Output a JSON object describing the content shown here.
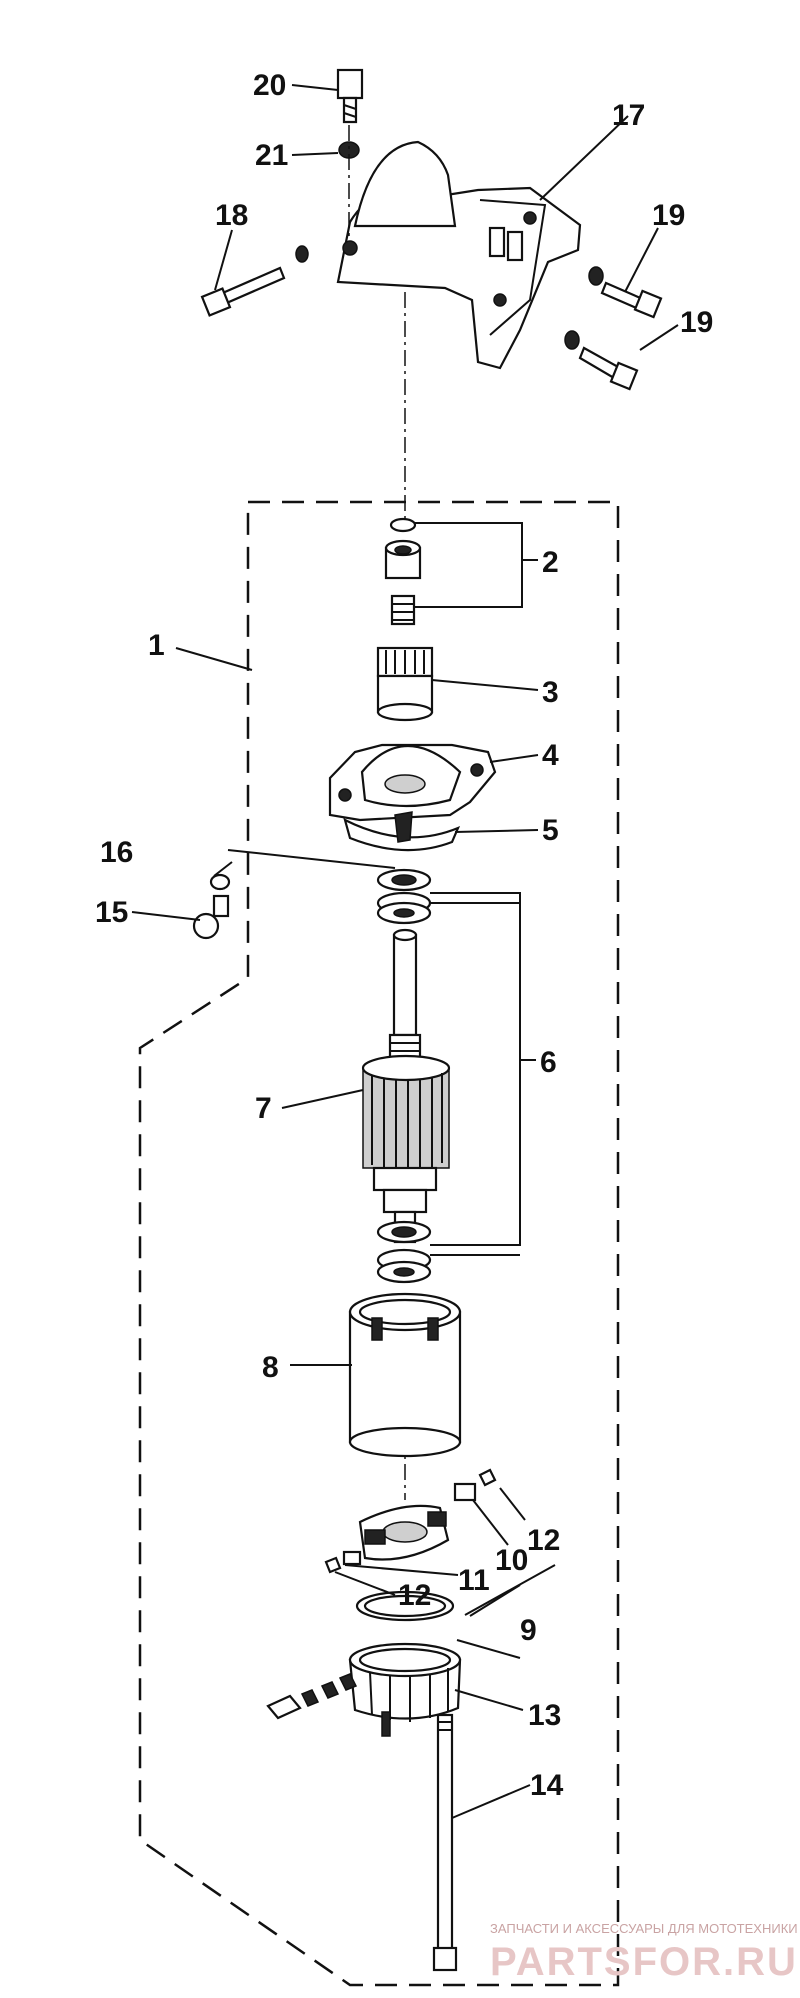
{
  "diagram": {
    "callouts": {
      "c1": "1",
      "c2": "2",
      "c3": "3",
      "c4": "4",
      "c5": "5",
      "c6": "6",
      "c7": "7",
      "c8": "8",
      "c9": "9",
      "c10": "10",
      "c11": "11",
      "c12a": "12",
      "c12b": "12",
      "c13": "13",
      "c14": "14",
      "c15": "15",
      "c16": "16",
      "c17": "17",
      "c18": "18",
      "c19a": "19",
      "c19b": "19",
      "c20": "20",
      "c21": "21"
    }
  },
  "watermark": {
    "caption": "ЗАПЧАСТИ И АКСЕССУАРЫ ДЛЯ МОТОТЕХНИКИ",
    "brand": "PARTSFOR.RU"
  }
}
